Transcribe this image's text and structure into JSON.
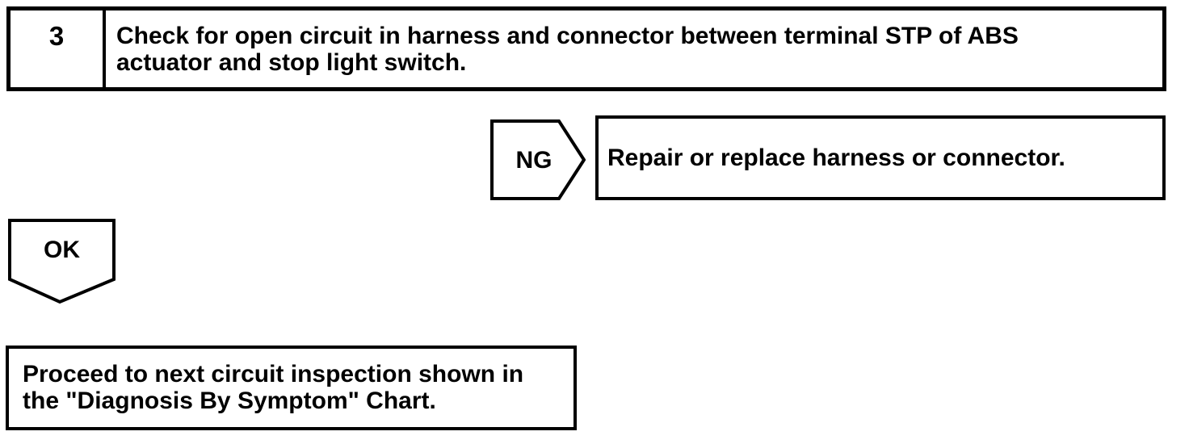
{
  "colors": {
    "ink": "#000000",
    "paper": "#ffffff"
  },
  "flowchart": {
    "step": {
      "number": "3",
      "instruction": "Check for open circuit in harness and connector between terminal STP of ABS actuator and stop light switch."
    },
    "ng": {
      "label": "NG",
      "result": "Repair or replace harness or connector."
    },
    "ok": {
      "label": "OK",
      "result": "Proceed to next circuit inspection shown in the \"Diagnosis By Symptom\" Chart."
    }
  }
}
